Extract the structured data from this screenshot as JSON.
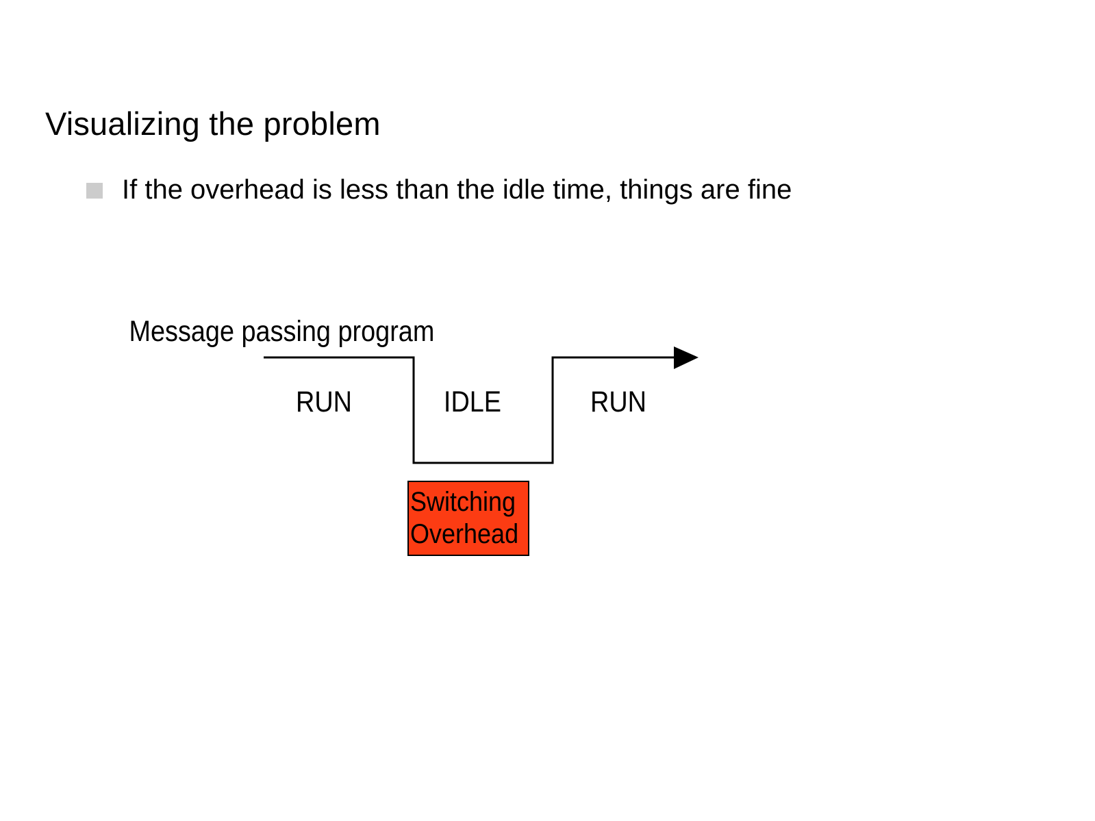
{
  "slide": {
    "title": "Visualizing the problem",
    "background_color": "#ffffff",
    "bullets": [
      {
        "marker": "square-bullet",
        "marker_color": "#cccccc",
        "text": "If the overhead is less than the idle time, things are fine"
      }
    ]
  },
  "diagram": {
    "name": "message-passing-timeline",
    "axis_label": "Message passing program",
    "arrow_direction": "right",
    "line_color": "#000000",
    "phases": [
      {
        "label": "RUN",
        "state": "high"
      },
      {
        "label": "IDLE",
        "state": "low"
      },
      {
        "label": "RUN",
        "state": "high"
      }
    ],
    "overhead_box": {
      "line1": "Switching",
      "line2": "Overhead",
      "fill_color": "#fc3c13",
      "border_color": "#000000"
    }
  }
}
